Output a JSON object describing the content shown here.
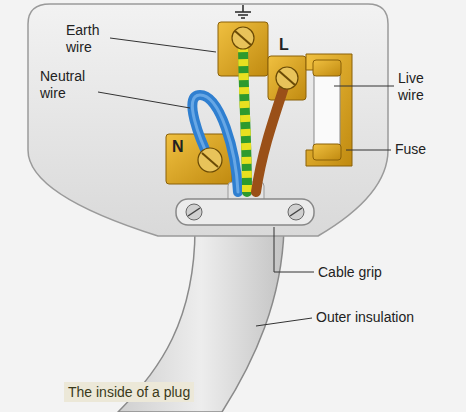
{
  "diagram": {
    "caption": "The inside of a plug",
    "labels": [
      "Earth wire",
      "Neutral wire",
      "L",
      "Live wire",
      "Fuse",
      "N",
      "Cable grip",
      "Outer insulation"
    ]
  }
}
